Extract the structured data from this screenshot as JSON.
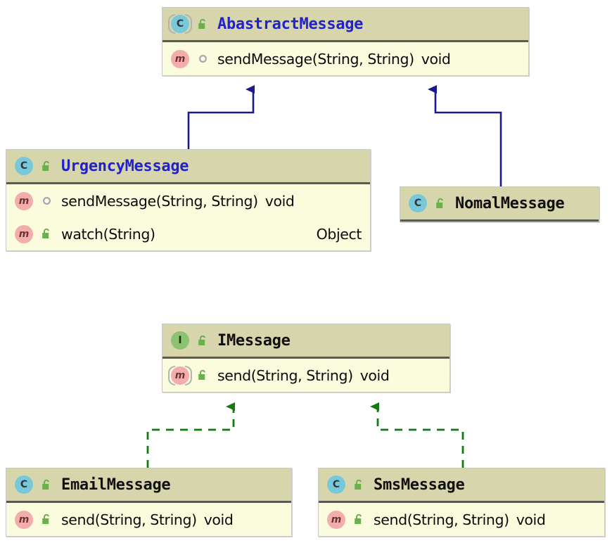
{
  "diagram": {
    "kind": "uml-class-diagram",
    "background": "#ffffff",
    "palette": {
      "header_fill": "#d7d5ab",
      "body_fill": "#fbfbdd",
      "box_border": "#c9c9c9",
      "title_blue": "#2222cc",
      "title_black": "#101010",
      "inheritance_line": "#1a1a8c",
      "realization_line": "#1a8c1a",
      "class_badge": "#79c8da",
      "interface_badge": "#8cc271",
      "method_badge": "#f4adad",
      "public_lock": "#6ab04c",
      "protected_circle": "#a0a8b0"
    },
    "classes": [
      {
        "id": "abastract-message",
        "name": "AbastractMessage",
        "stereotype": "class",
        "abstract": true,
        "title_color": "blue",
        "icon": "abstract-class-icon",
        "visibility_icon": "public-unlocked-icon",
        "members": [
          {
            "icon": "method-icon",
            "abstract": false,
            "visibility_icon": "protected-circle-icon",
            "signature": "sendMessage(String, String)",
            "return_type": "void",
            "type_inline": true
          }
        ]
      },
      {
        "id": "urgency-message",
        "name": "UrgencyMessage",
        "stereotype": "class",
        "abstract": false,
        "title_color": "blue",
        "icon": "class-icon",
        "visibility_icon": "public-unlocked-icon",
        "members": [
          {
            "icon": "method-icon",
            "abstract": false,
            "visibility_icon": "protected-circle-icon",
            "signature": "sendMessage(String, String)",
            "return_type": "void",
            "type_inline": true
          },
          {
            "icon": "method-icon",
            "abstract": false,
            "visibility_icon": "public-unlocked-icon",
            "signature": "watch(String)",
            "return_type": "Object",
            "type_inline": false
          }
        ]
      },
      {
        "id": "nomal-message",
        "name": "NomalMessage",
        "stereotype": "class",
        "abstract": false,
        "title_color": "black",
        "icon": "class-icon",
        "visibility_icon": "public-unlocked-icon",
        "members": []
      },
      {
        "id": "imessage",
        "name": "IMessage",
        "stereotype": "interface",
        "abstract": false,
        "title_color": "black",
        "icon": "interface-icon",
        "visibility_icon": "public-unlocked-icon",
        "members": [
          {
            "icon": "method-icon",
            "abstract": true,
            "visibility_icon": "public-unlocked-icon",
            "signature": "send(String, String)",
            "return_type": "void",
            "type_inline": true
          }
        ]
      },
      {
        "id": "email-message",
        "name": "EmailMessage",
        "stereotype": "class",
        "abstract": false,
        "title_color": "black",
        "icon": "class-icon",
        "visibility_icon": "public-unlocked-icon",
        "members": [
          {
            "icon": "method-icon",
            "abstract": false,
            "visibility_icon": "public-unlocked-icon",
            "signature": "send(String, String)",
            "return_type": "void",
            "type_inline": true
          }
        ]
      },
      {
        "id": "sms-message",
        "name": "SmsMessage",
        "stereotype": "class",
        "abstract": false,
        "title_color": "black",
        "icon": "class-icon",
        "visibility_icon": "public-unlocked-icon",
        "members": [
          {
            "icon": "method-icon",
            "abstract": false,
            "visibility_icon": "public-unlocked-icon",
            "signature": "send(String, String)",
            "return_type": "void",
            "type_inline": true
          }
        ]
      }
    ],
    "relations": [
      {
        "id": "rel-urgency-extends-abastract",
        "type": "inheritance",
        "style": "solid",
        "color": "#1a1a8c",
        "from": "urgency-message",
        "to": "abastract-message"
      },
      {
        "id": "rel-nomal-extends-abastract",
        "type": "inheritance",
        "style": "solid",
        "color": "#1a1a8c",
        "from": "nomal-message",
        "to": "abastract-message"
      },
      {
        "id": "rel-email-implements-imessage",
        "type": "realization",
        "style": "dashed",
        "color": "#1a8c1a",
        "from": "email-message",
        "to": "imessage"
      },
      {
        "id": "rel-sms-implements-imessage",
        "type": "realization",
        "style": "dashed",
        "color": "#1a8c1a",
        "from": "sms-message",
        "to": "imessage"
      }
    ]
  }
}
